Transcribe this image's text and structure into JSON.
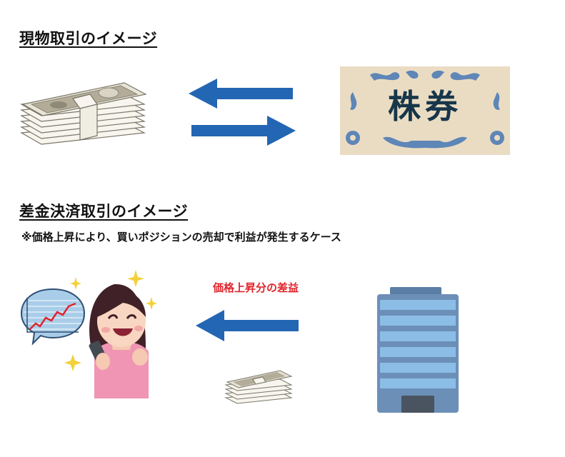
{
  "section1": {
    "title": "現物取引のイメージ",
    "stock_certificate_text": "株券"
  },
  "section2": {
    "title": "差金決済取引のイメージ",
    "note": "※価格上昇により、買いポジションの売却で利益が発生するケース",
    "arrow_label": "価格上昇分の差益"
  },
  "colors": {
    "arrow": "#2366b3",
    "label_red": "#e0262d",
    "certificate_bg": "#eadcc3",
    "building_stripe": "#8bbde6",
    "building_body": "#6b8fb7"
  }
}
